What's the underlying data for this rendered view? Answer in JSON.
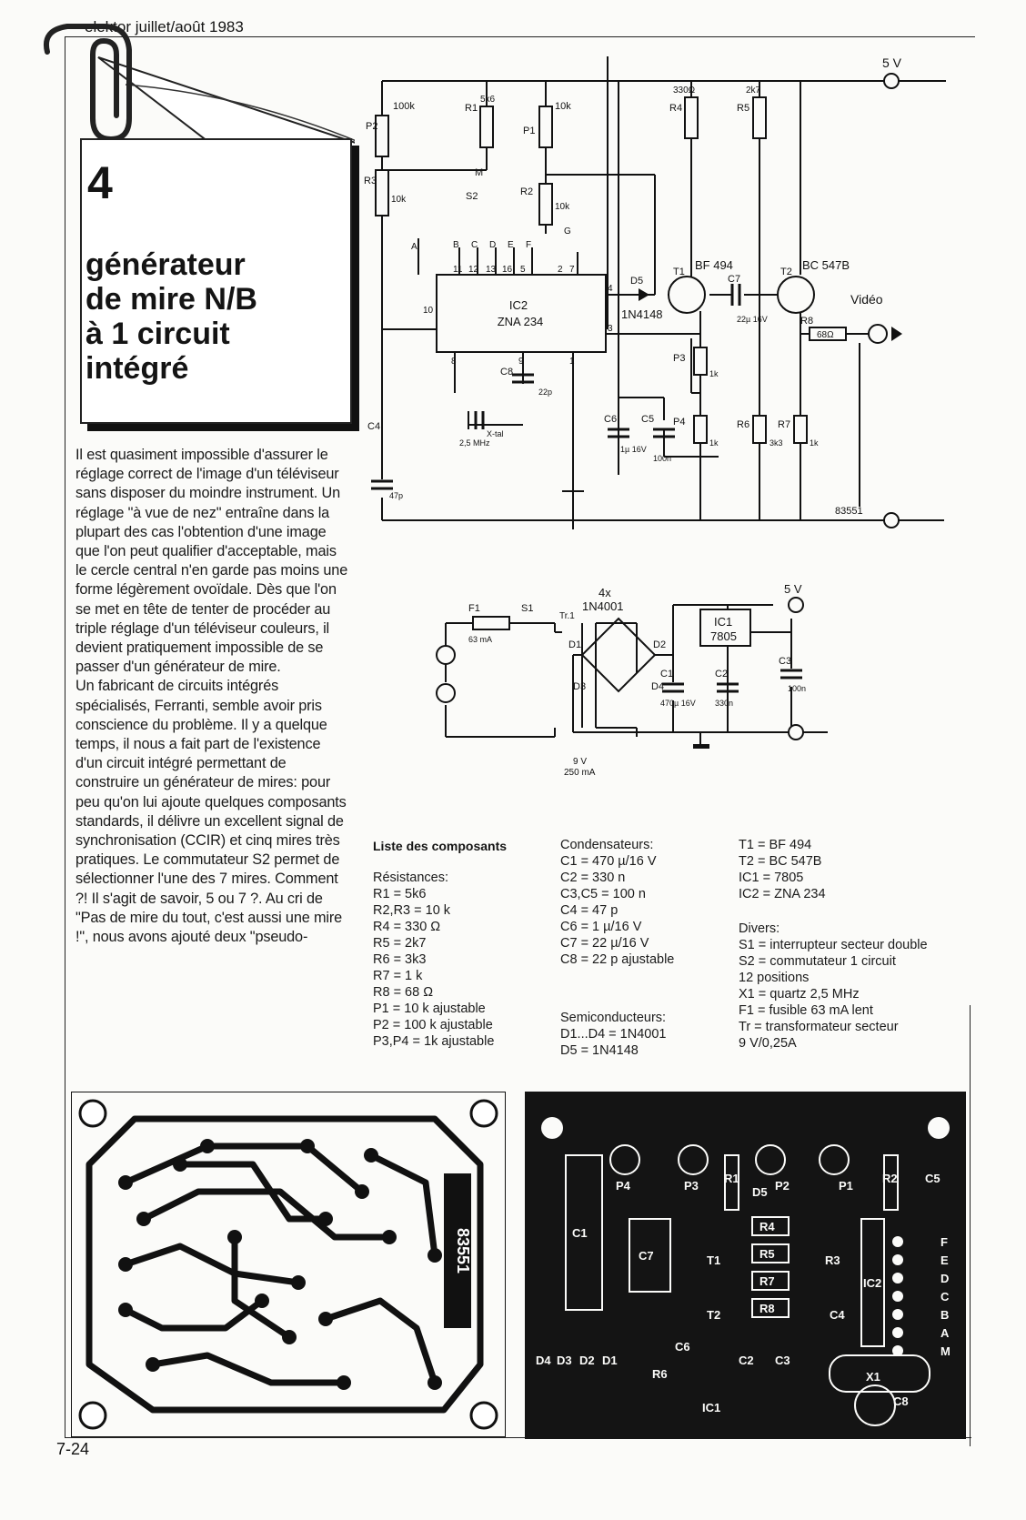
{
  "header": {
    "text": "elektor juillet/août 1983"
  },
  "page_number": "7-24",
  "article": {
    "number": "4",
    "title_lines": [
      "générateur",
      "de mire N/B",
      "à 1 circuit",
      "intégré"
    ],
    "body": [
      "Il est quasiment impossible d'assurer le réglage correct de l'image d'un téléviseur sans disposer du moindre instrument. Un réglage \"à vue de nez\" entraîne dans la plupart des cas l'obtention d'une image que l'on peut qualifier d'acceptable, mais le cercle central n'en garde pas moins une forme légèrement ovoïdale. Dès que l'on se met en tête de tenter de procéder au triple réglage d'un téléviseur couleurs, il devient pratiquement impossible de se passer d'un générateur de mire.",
      "Un fabricant de circuits intégrés spécialisés, Ferranti, semble avoir pris conscience du problème. Il y a quelque temps, il nous a fait part de l'existence d'un circuit intégré permettant de construire un générateur de mires: pour peu qu'on lui ajoute quelques composants standards, il délivre un excellent signal de synchronisation (CCIR) et cinq mires très pratiques. Le commutateur S2 permet de sélectionner l'une des 7 mires. Comment ?! Il s'agit de savoir, 5 ou 7 ?. Au cri de \"Pas de mire du tout, c'est aussi une mire !\", nous avons ajouté deux \"pseudo-"
    ]
  },
  "schematic": {
    "supply": "5 V",
    "ground": "0",
    "output": "Vidéo",
    "ref": "83551",
    "ic2": [
      "IC2",
      "ZNA 234"
    ],
    "pins": [
      "11",
      "12",
      "13",
      "16",
      "5",
      "2",
      "7",
      "10",
      "4",
      "3",
      "8",
      "9",
      "1"
    ],
    "switch_positions": [
      "M",
      "A",
      "B",
      "C",
      "D",
      "E",
      "F",
      "G"
    ],
    "components": [
      {
        "ref": "P2",
        "value": "100k"
      },
      {
        "ref": "R1",
        "value": "5k6"
      },
      {
        "ref": "P1",
        "value": "10k"
      },
      {
        "ref": "R4",
        "value": "330Ω"
      },
      {
        "ref": "R5",
        "value": "2k7"
      },
      {
        "ref": "R3",
        "value": "10k"
      },
      {
        "ref": "R2",
        "value": "10k"
      },
      {
        "ref": "S2",
        "value": ""
      },
      {
        "ref": "T1",
        "value": "BF 494"
      },
      {
        "ref": "T2",
        "value": "BC 547B"
      },
      {
        "ref": "D5",
        "value": "1N4148"
      },
      {
        "ref": "C7",
        "value": "22µ 16V"
      },
      {
        "ref": "R8",
        "value": "68Ω"
      },
      {
        "ref": "P3",
        "value": "1k"
      },
      {
        "ref": "P4",
        "value": "1k"
      },
      {
        "ref": "R6",
        "value": "3k3"
      },
      {
        "ref": "R7",
        "value": "1k"
      },
      {
        "ref": "C8",
        "value": "22p"
      },
      {
        "ref": "X-tal",
        "value": "2,5 MHz"
      },
      {
        "ref": "C4",
        "value": "47p"
      },
      {
        "ref": "C6",
        "value": "1µ 16V"
      },
      {
        "ref": "C5",
        "value": "100n"
      }
    ]
  },
  "power_supply": {
    "fuse": {
      "ref": "F1",
      "value": "63 mA"
    },
    "switch": "S1",
    "transformer": "Tr.1",
    "bridge": [
      "4x",
      "1N4001"
    ],
    "diodes": [
      "D1",
      "D2",
      "D3",
      "D4"
    ],
    "regulator": [
      "IC1",
      "7805"
    ],
    "secondary": [
      "9 V",
      "250 mA"
    ],
    "caps": [
      {
        "ref": "C1",
        "value": "470µ 16V"
      },
      {
        "ref": "C2",
        "value": "330n"
      },
      {
        "ref": "C3",
        "value": "100n"
      }
    ],
    "output": "5 V",
    "ground": "0"
  },
  "parts_list": {
    "title": "Liste des composants",
    "col1": [
      "Résistances:",
      "R1 = 5k6",
      "R2,R3 = 10 k",
      "R4 = 330 Ω",
      "R5 = 2k7",
      "R6 = 3k3",
      "R7 = 1 k",
      "R8 = 68 Ω",
      "P1 = 10 k ajustable",
      "P2 = 100 k ajustable",
      "P3,P4 = 1k ajustable"
    ],
    "col2a": [
      "Condensateurs:",
      "C1 = 470 µ/16 V",
      "C2 = 330 n",
      "C3,C5 = 100 n",
      "C4 = 47 p",
      "C6 = 1 µ/16 V",
      "C7 = 22 µ/16 V",
      "C8 = 22 p ajustable"
    ],
    "col2b": [
      "Semiconducteurs:",
      "D1...D4 = 1N4001",
      "D5 = 1N4148"
    ],
    "col3a": [
      "T1 = BF 494",
      "T2 = BC 547B",
      "IC1 = 7805",
      "IC2 = ZNA 234"
    ],
    "col3b": [
      "Divers:",
      "S1 = interrupteur secteur double",
      "S2 = commutateur 1 circuit",
      "12 positions",
      "X1 = quartz 2,5 MHz",
      "F1 = fusible 63 mA lent",
      "Tr = transformateur secteur",
      "9 V/0,25A"
    ]
  },
  "pcb": {
    "board_number": "83551",
    "labels": [
      "P4",
      "P3",
      "P2",
      "P1",
      "R1",
      "R2",
      "D5",
      "C5",
      "C1",
      "C7",
      "T1",
      "T2",
      "R4",
      "R5",
      "R7",
      "R8",
      "R3",
      "IC2",
      "C4",
      "D1",
      "D2",
      "D3",
      "D4",
      "R6",
      "C6",
      "C2",
      "C3",
      "IC1",
      "X1",
      "C8"
    ],
    "switch_labels": [
      "F",
      "E",
      "D",
      "C",
      "B",
      "A",
      "M"
    ]
  }
}
